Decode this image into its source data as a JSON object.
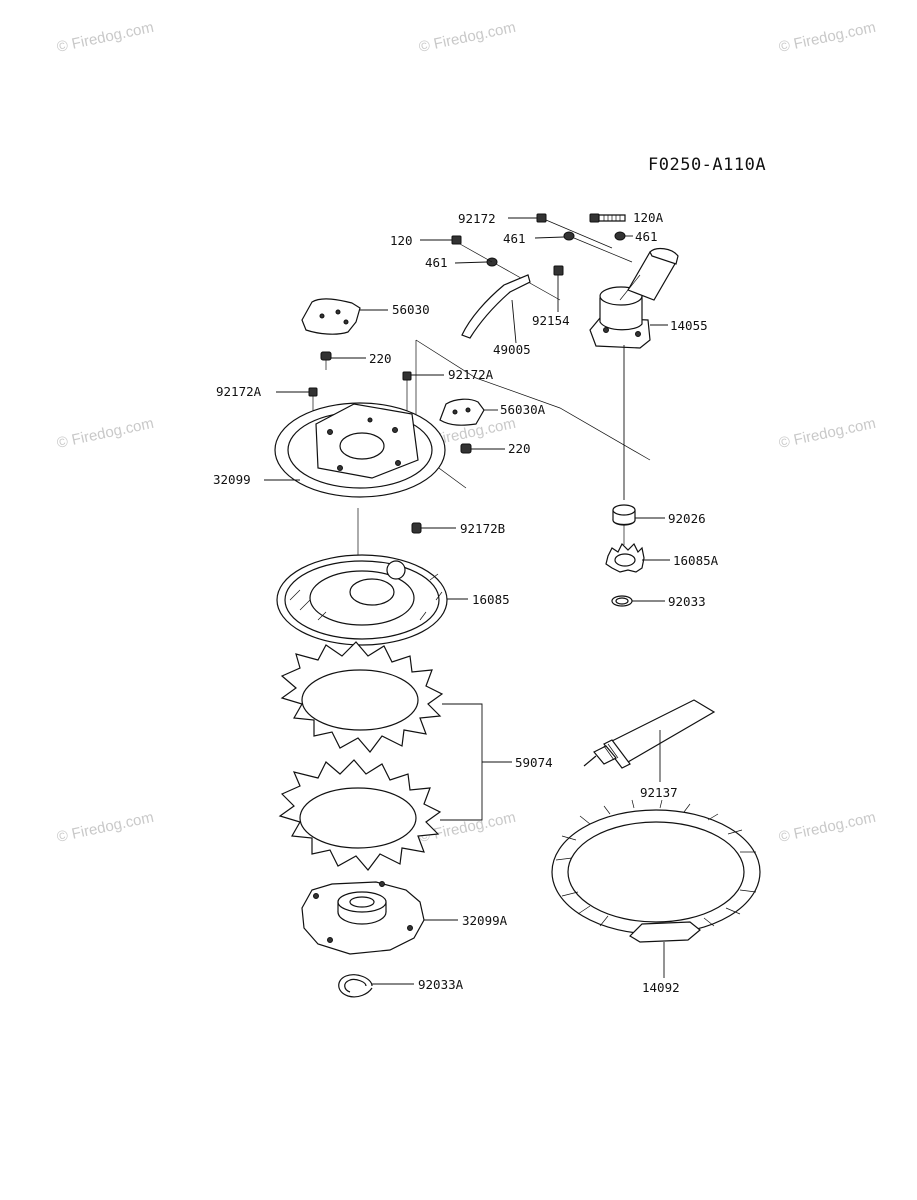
{
  "diagram": {
    "code": "F0250-A110A",
    "watermark_text": "© Firedog.com",
    "parts": [
      {
        "id": "p-92172-top",
        "label": "92172"
      },
      {
        "id": "p-120A",
        "label": "120A"
      },
      {
        "id": "p-120",
        "label": "120"
      },
      {
        "id": "p-461-a",
        "label": "461"
      },
      {
        "id": "p-461-b",
        "label": "461"
      },
      {
        "id": "p-461-c",
        "label": "461"
      },
      {
        "id": "p-56030",
        "label": "56030"
      },
      {
        "id": "p-92154",
        "label": "92154"
      },
      {
        "id": "p-14055",
        "label": "14055"
      },
      {
        "id": "p-49005",
        "label": "49005"
      },
      {
        "id": "p-220-a",
        "label": "220"
      },
      {
        "id": "p-92172A-left",
        "label": "92172A"
      },
      {
        "id": "p-92172A-right",
        "label": "92172A"
      },
      {
        "id": "p-56030A",
        "label": "56030A"
      },
      {
        "id": "p-220-b",
        "label": "220"
      },
      {
        "id": "p-32099",
        "label": "32099"
      },
      {
        "id": "p-92172B",
        "label": "92172B"
      },
      {
        "id": "p-92026",
        "label": "92026"
      },
      {
        "id": "p-16085A",
        "label": "16085A"
      },
      {
        "id": "p-16085",
        "label": "16085"
      },
      {
        "id": "p-92033",
        "label": "92033"
      },
      {
        "id": "p-59074",
        "label": "59074"
      },
      {
        "id": "p-92137",
        "label": "92137"
      },
      {
        "id": "p-32099A",
        "label": "32099A"
      },
      {
        "id": "p-92033A",
        "label": "92033A"
      },
      {
        "id": "p-14092",
        "label": "14092"
      }
    ]
  }
}
